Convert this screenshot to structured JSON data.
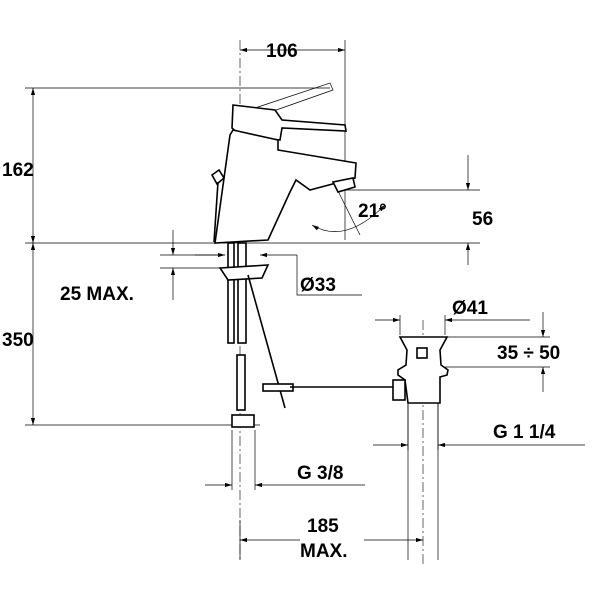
{
  "drawing": {
    "dimensions": {
      "width_spout": "106",
      "height_total": "162",
      "length_below": "350",
      "deck_thickness": "25 MAX.",
      "hole_diameter": "Ø33",
      "angle": "21°",
      "spout_height": "56",
      "drain_diameter": "Ø41",
      "drain_range": "35 ÷ 50",
      "drain_thread": "G 1 1/4",
      "supply_thread": "G 3/8",
      "offset_value": "185",
      "offset_suffix": "MAX."
    }
  }
}
